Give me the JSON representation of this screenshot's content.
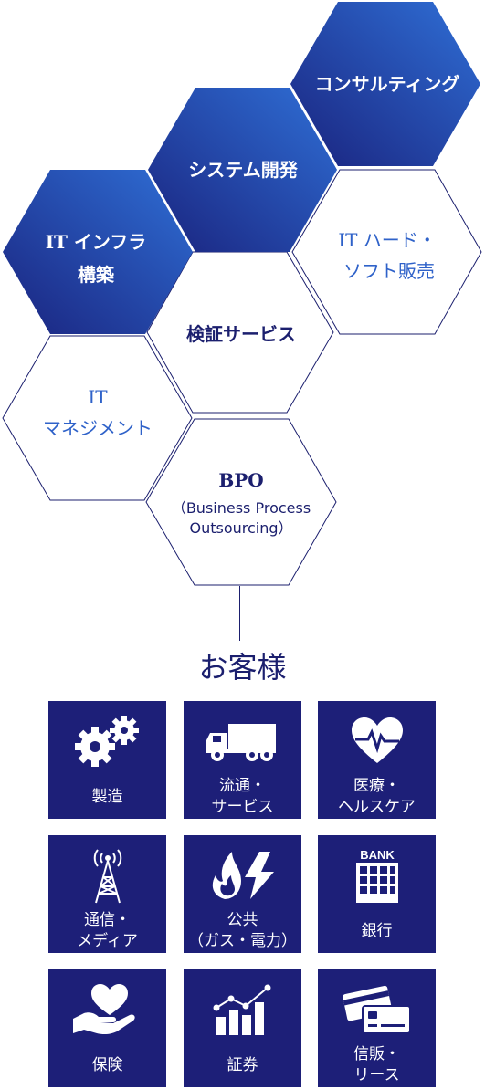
{
  "hexagons": {
    "consulting": "コンサルティング",
    "system_dev": "システム開発",
    "it_infra_line1": "IT インフラ",
    "it_infra_line2": "構築",
    "it_hard_line1": "IT ハード・",
    "it_hard_line2": "ソフト販売",
    "verification": "検証サービス",
    "it_mgmt_line1": "IT",
    "it_mgmt_line2": "マネジメント",
    "bpo_title": "BPO",
    "bpo_sub_line1": "（Business Process",
    "bpo_sub_line2": "Outsourcing）"
  },
  "customers": {
    "title": "お客様",
    "items": [
      {
        "label": "製造",
        "icon": "gears-icon"
      },
      {
        "label": "流通・\nサービス",
        "icon": "truck-icon"
      },
      {
        "label": "医療・\nヘルスケア",
        "icon": "heart-pulse-icon"
      },
      {
        "label": "通信・\nメディア",
        "icon": "antenna-tower-icon"
      },
      {
        "label": "公共\n（ガス・電力）",
        "icon": "flame-bolt-icon"
      },
      {
        "label": "銀行",
        "icon": "bank-building-icon",
        "badge": "BANK"
      },
      {
        "label": "保険",
        "icon": "hand-heart-icon"
      },
      {
        "label": "証券",
        "icon": "stock-chart-icon"
      },
      {
        "label": "信販・\nリース",
        "icon": "credit-card-icon"
      }
    ]
  },
  "colors": {
    "hex_gradient_start": "#1a237e",
    "hex_gradient_end": "#2f6fd6",
    "navy": "#1b1f6e",
    "tile": "#1d1f78",
    "blue_text": "#2f62c9"
  }
}
